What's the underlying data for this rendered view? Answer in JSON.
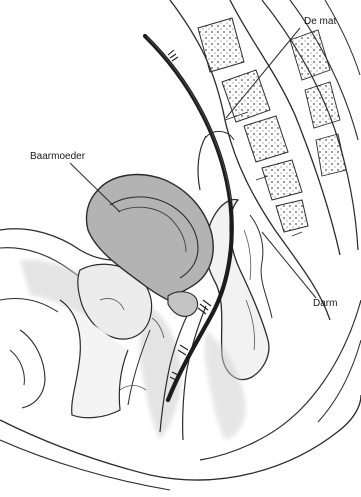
{
  "labels": {
    "mesh": "De mat",
    "uterus": "Baarmoeder",
    "bowel": "Darm"
  },
  "colors": {
    "outline": "#2b2b2b",
    "mesh_strip": "#1c1c1c",
    "uterus_fill": "#b3b3b3",
    "vertebra_fill": "#d9d9d9",
    "shade": "#cfcfcf"
  }
}
